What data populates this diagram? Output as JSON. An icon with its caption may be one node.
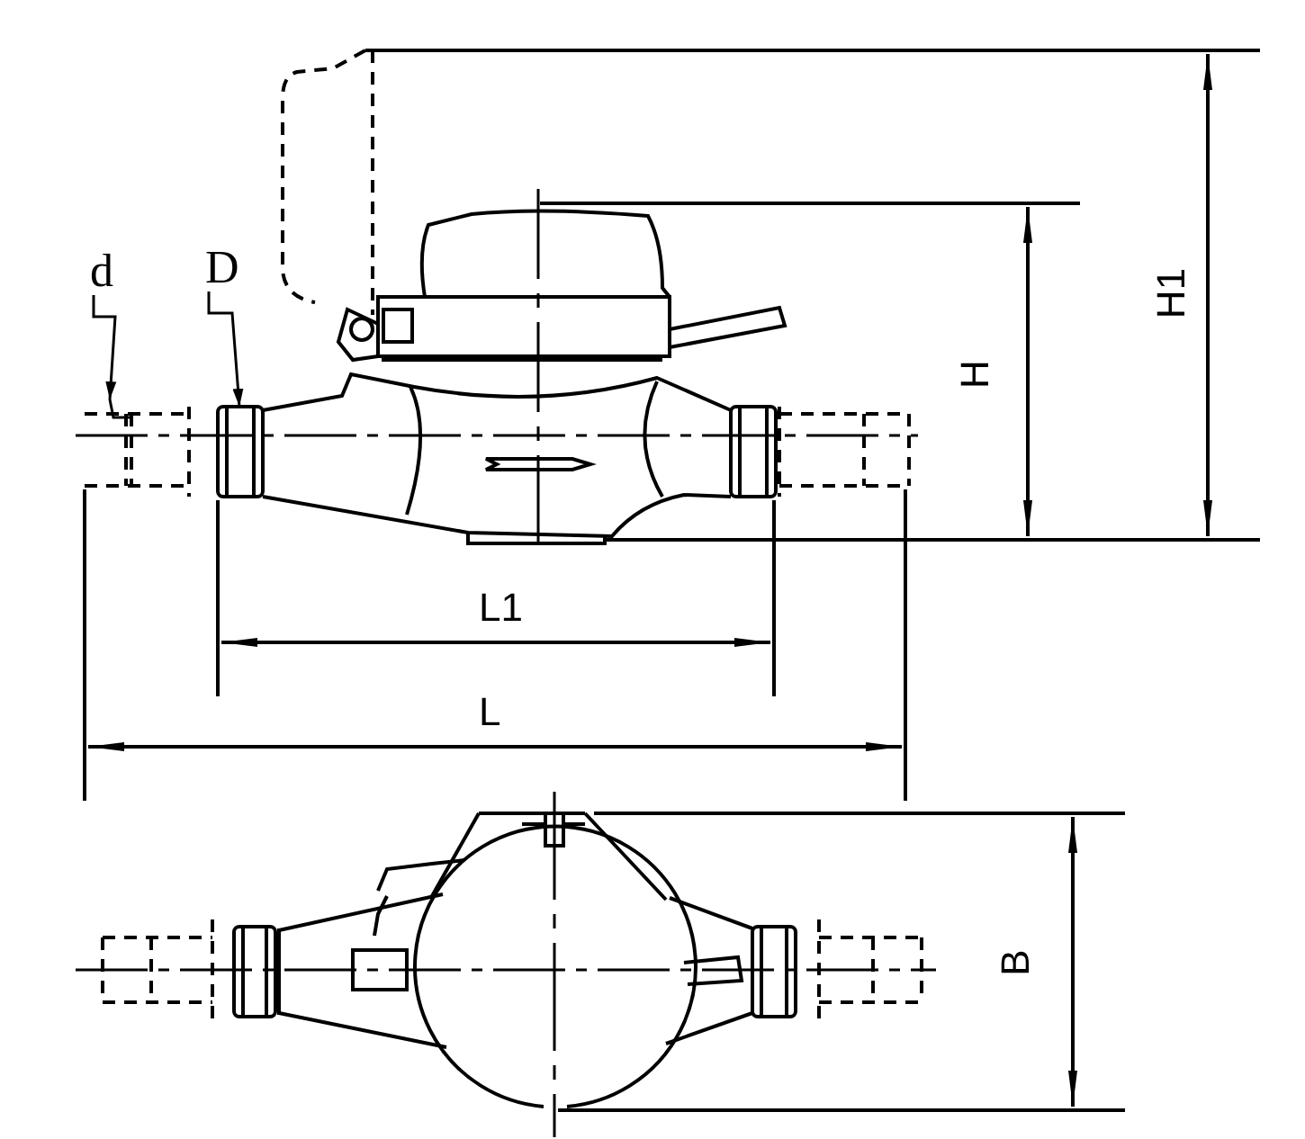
{
  "diagram": {
    "nodes": [
      {
        "text": [
          "d"
        ]
      },
      {
        "text": [
          "D"
        ]
      }
    ],
    "edges": [
      {
        "from": 0,
        "to": null,
        "arrow": "to"
      },
      {
        "from": 1,
        "to": null,
        "arrow": "to"
      }
    ],
    "labels": [
      "L1",
      "L",
      "H",
      "H1",
      "B"
    ]
  }
}
